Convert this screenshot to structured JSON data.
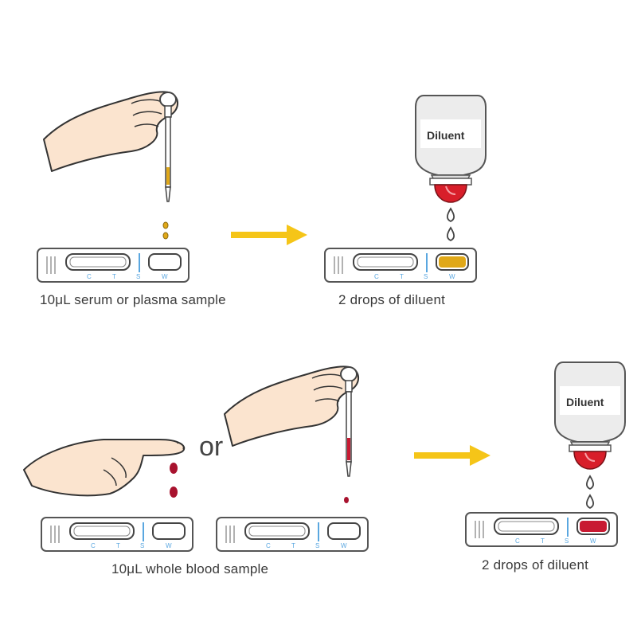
{
  "labels": {
    "bottle": "Diluent",
    "or": "or",
    "strip_marks": [
      "C",
      "T",
      "S",
      "W"
    ]
  },
  "captions": {
    "serum_sample": "10μL serum or plasma sample",
    "diluent_top": "2 drops of diluent",
    "whole_blood": "10μL  whole blood sample",
    "diluent_bottom": "2 drops of diluent"
  },
  "colors": {
    "arrow": "#f5c518",
    "serum": "#e0a818",
    "blood": "#c81a32",
    "bottle_cap": "#d81e2a",
    "skin": "#fbe4cf",
    "strip_outline": "#555555",
    "mark_blue": "#5aa7e0"
  },
  "icons": [
    "hand-with-pipette-icon",
    "arrow-right-icon",
    "diluent-bottle-icon",
    "pointing-finger-icon",
    "test-cassette-icon"
  ]
}
